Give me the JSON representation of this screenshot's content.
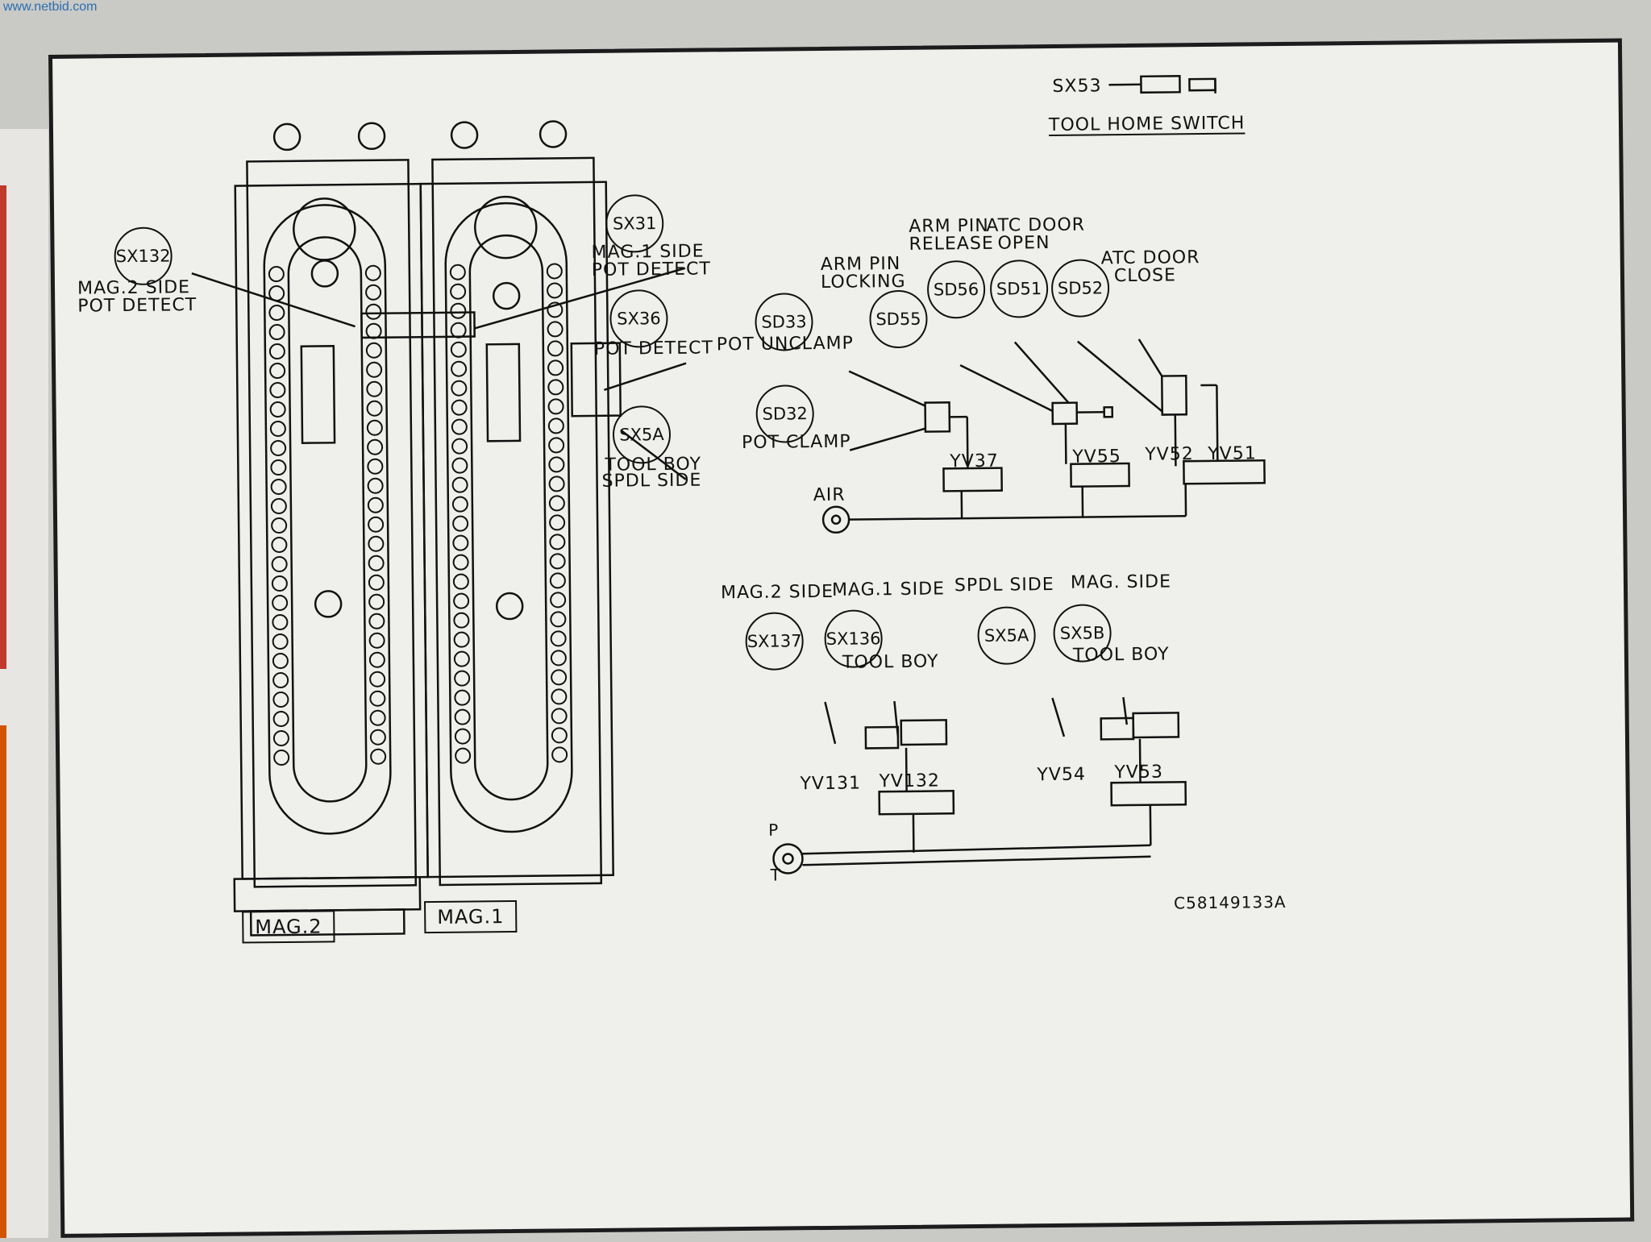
{
  "watermark": "www.netbid.com",
  "header": {
    "sensor_code": "SX53",
    "title": "TOOL HOME SWITCH"
  },
  "magazines": {
    "mag2_label": "MAG.2",
    "mag1_label": "MAG.1"
  },
  "sensors": {
    "sx132": {
      "code": "SX132",
      "label_line1": "MAG.2 SIDE",
      "label_line2": "POT DETECT"
    },
    "sx31": {
      "code": "SX31",
      "label_line1": "MAG.1 SIDE",
      "label_line2": "POT DETECT"
    },
    "sx36": {
      "code": "SX36",
      "label": "POT DETECT"
    },
    "sx5a": {
      "code": "SX5A",
      "label_line1": "TOOL BOY",
      "label_line2": "SPDL SIDE"
    }
  },
  "pneumatic": {
    "sd33": {
      "code": "SD33",
      "label": "POT UNCLAMP"
    },
    "sd32": {
      "code": "SD32",
      "label": "POT CLAMP"
    },
    "sd55": {
      "code": "SD55",
      "label_line1": "ARM PIN",
      "label_line2": "LOCKING"
    },
    "sd56": {
      "code": "SD56",
      "label_line1": "ARM PIN",
      "label_line2": "RELEASE"
    },
    "sd51": {
      "code": "SD51",
      "label_line1": "ATC DOOR",
      "label_line2": "OPEN"
    },
    "sd52": {
      "code": "SD52",
      "label_line1": "ATC DOOR",
      "label_line2": "CLOSE"
    },
    "valves": [
      "YV37",
      "YV55",
      "YV52",
      "YV51"
    ],
    "air_label": "AIR"
  },
  "hydraulic": {
    "left_group_label1": "MAG.2 SIDE",
    "left_group_label2": "MAG.1 SIDE",
    "right_group_label1": "SPDL SIDE",
    "right_group_label2": "MAG. SIDE",
    "sx137": "SX137",
    "sx136": "SX136",
    "sx5a": "SX5A",
    "sx5b": "SX5B",
    "tool_boy_left": "TOOL BOY",
    "tool_boy_right": "TOOL BOY",
    "valves": [
      "YV131",
      "YV132",
      "YV54",
      "YV53"
    ],
    "p_label": "P",
    "t_label": "T"
  },
  "part_number": "C58149133A"
}
